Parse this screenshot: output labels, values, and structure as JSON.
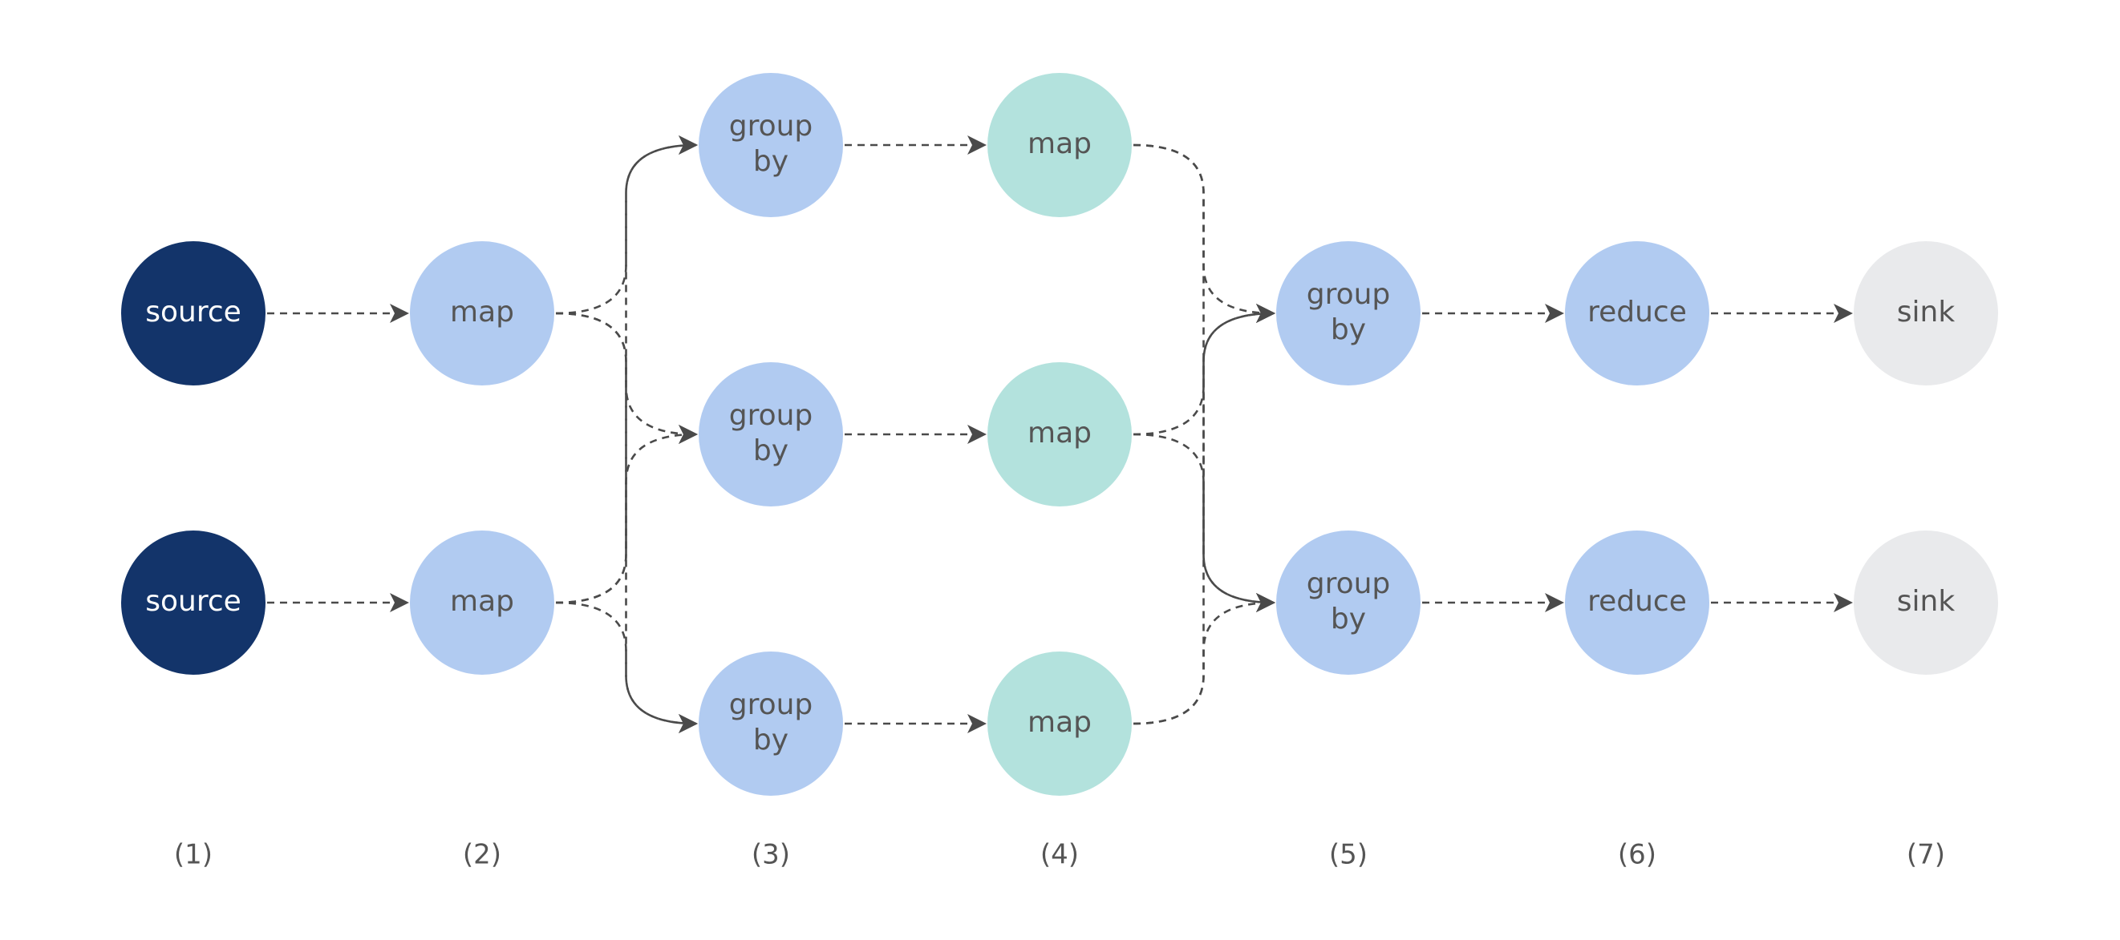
{
  "colors": {
    "source": "#13346a",
    "map_stage2": "#b1cbf1",
    "groupby": "#b1cbf1",
    "map_stage4": "#b3e2dd",
    "reduce": "#b1cbf1",
    "sink": "#e9eaec",
    "text_dark": "#555555",
    "text_light": "#ffffff",
    "edge": "#4a4a4a"
  },
  "nodes": [
    {
      "id": "src1",
      "kind": "source",
      "lines": [
        "source"
      ]
    },
    {
      "id": "src2",
      "kind": "source",
      "lines": [
        "source"
      ]
    },
    {
      "id": "map1",
      "kind": "map_stage2",
      "lines": [
        "map"
      ]
    },
    {
      "id": "map2",
      "kind": "map_stage2",
      "lines": [
        "map"
      ]
    },
    {
      "id": "gb1",
      "kind": "groupby",
      "lines": [
        "group",
        "by"
      ]
    },
    {
      "id": "gb2",
      "kind": "groupby",
      "lines": [
        "group",
        "by"
      ]
    },
    {
      "id": "gb3",
      "kind": "groupby",
      "lines": [
        "group",
        "by"
      ]
    },
    {
      "id": "m4a",
      "kind": "map_stage4",
      "lines": [
        "map"
      ]
    },
    {
      "id": "m4b",
      "kind": "map_stage4",
      "lines": [
        "map"
      ]
    },
    {
      "id": "m4c",
      "kind": "map_stage4",
      "lines": [
        "map"
      ]
    },
    {
      "id": "gb5a",
      "kind": "groupby",
      "lines": [
        "group",
        "by"
      ]
    },
    {
      "id": "gb5b",
      "kind": "groupby",
      "lines": [
        "group",
        "by"
      ]
    },
    {
      "id": "red1",
      "kind": "reduce",
      "lines": [
        "reduce"
      ]
    },
    {
      "id": "red2",
      "kind": "reduce",
      "lines": [
        "reduce"
      ]
    },
    {
      "id": "sink1",
      "kind": "sink",
      "lines": [
        "sink"
      ]
    },
    {
      "id": "sink2",
      "kind": "sink",
      "lines": [
        "sink"
      ]
    }
  ],
  "edges": [
    [
      "src1",
      "map1"
    ],
    [
      "src2",
      "map2"
    ],
    [
      "map1",
      "gb1"
    ],
    [
      "map1",
      "gb2"
    ],
    [
      "map1",
      "gb3"
    ],
    [
      "map2",
      "gb1"
    ],
    [
      "map2",
      "gb2"
    ],
    [
      "map2",
      "gb3"
    ],
    [
      "gb1",
      "m4a"
    ],
    [
      "gb2",
      "m4b"
    ],
    [
      "gb3",
      "m4c"
    ],
    [
      "m4a",
      "gb5a"
    ],
    [
      "m4a",
      "gb5b"
    ],
    [
      "m4b",
      "gb5a"
    ],
    [
      "m4b",
      "gb5b"
    ],
    [
      "m4c",
      "gb5a"
    ],
    [
      "m4c",
      "gb5b"
    ],
    [
      "gb5a",
      "red1"
    ],
    [
      "gb5b",
      "red2"
    ],
    [
      "red1",
      "sink1"
    ],
    [
      "red2",
      "sink2"
    ]
  ],
  "stage_labels": [
    "(1)",
    "(2)",
    "(3)",
    "(4)",
    "(5)",
    "(6)",
    "(7)"
  ]
}
